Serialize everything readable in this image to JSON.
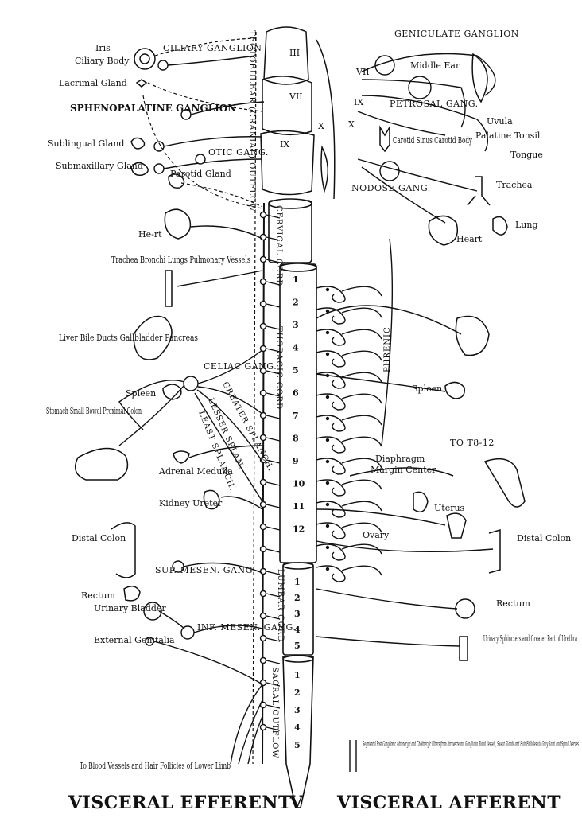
{
  "labels": {
    "iris": "Iris",
    "ciliary_body": "Ciliary Body",
    "ciliary_ganglion": "CILIARY GANGLION",
    "lacrimal_gland": "Lacrimal Gland",
    "sphenopalatine_ganglion": "SPHENOPALATINE GANGLION",
    "sublingual_gland": "Sublingual Gland",
    "submaxillary_gland": "Submaxillary Gland",
    "otic_gang": "OTIC GANG.",
    "parotid_gland": "Parotid Gland",
    "heart_left": "He-rt",
    "trachea_group": "Trachea Bronchi Lungs Pulmonary Vessels",
    "liver_group": "Liver Bile Ducts Gallbladder Pancreas",
    "celiac_gang": "CELIAC GANG.",
    "spleen_left": "Spleen",
    "stomach_group": "Stomach Small Bowel Proximal Colon",
    "adrenal_medulla": "Adrenal Medulla",
    "kidney_ureter": "Kidney Ureter",
    "distal_colon_left": "Distal Colon",
    "sup_mesen_gang": "SUP. MESEN. GANG.",
    "rectum_left": "Rectum",
    "urinary_bladder": "Urinary Bladder",
    "inf_mesen_gang": "INF. MESEN. GANG.",
    "external_genitalia": "External Genitalia",
    "lower_limb": "To Blood Vessels and Hair Follicles of Lower Limb",
    "geniculate_ganglion": "GENICULATE GANGLION",
    "middle_ear": "Middle Ear",
    "petrosal_gang": "PETROSAL GANG.",
    "uvula": "Uvula",
    "palatine_tonsil": "Palatine Tonsil",
    "tongue": "Tongue",
    "carotid": "Carotid Sinus Carotid Body",
    "nodose_gang": "NODOSE GANG.",
    "trachea_right": "Trachea",
    "lung_right": "Lung",
    "heart_right": "Heart",
    "phrenic": "PHRENIC",
    "spleen_right": "Spleen",
    "to_t8_12": "TO T8-12",
    "diaphragm": "Diaphragm",
    "margin_center": "Margin Center",
    "uterus": "Uterus",
    "ovary": "Ovary",
    "distal_colon_right": "Distal Colon",
    "rectum_right": "Rectum",
    "urinary_sphincters": "Urinary Sphincters and Greater Part of Urethra",
    "segmental_note": "Segmental Post Ganglionic Adrenergic and Cholinergic Fibers from Paravertebral Ganglia to Blood Vessels, Sweat Glands and Hair Follicles via Gray Rami and Spinal Nerves"
  },
  "cranial_nerves": [
    "III",
    "VII",
    "IX",
    "X",
    "VII",
    "IX",
    "X"
  ],
  "vertical_labels": {
    "tectobulbar": "TECTOBULBAR (CRANIAL) OUTFLOW",
    "cervical_cord": "CERVICAL CORD",
    "thoracic_cord": "THORACIC CORD",
    "lumbar_cord": "LUMBAR CORD",
    "sacral_outflow": "SACRAL OUTFLOW",
    "greater_splanch": "GREATER SPLANCH.",
    "lesser_splanch": "LESSER SPLAN.",
    "least_splanch": "LEAST SPLANCH."
  },
  "thoracic_segments": [
    "1",
    "2",
    "3",
    "4",
    "5",
    "6",
    "7",
    "8",
    "9",
    "10",
    "11",
    "12"
  ],
  "lumbar_segments": [
    "1",
    "2",
    "3",
    "4",
    "5"
  ],
  "sacral_segments": [
    "1",
    "2",
    "3",
    "4",
    "5"
  ],
  "footer": {
    "left": "VISCERAL EFFERENT",
    "divider": "V",
    "right": "VISCERAL AFFERENT"
  }
}
